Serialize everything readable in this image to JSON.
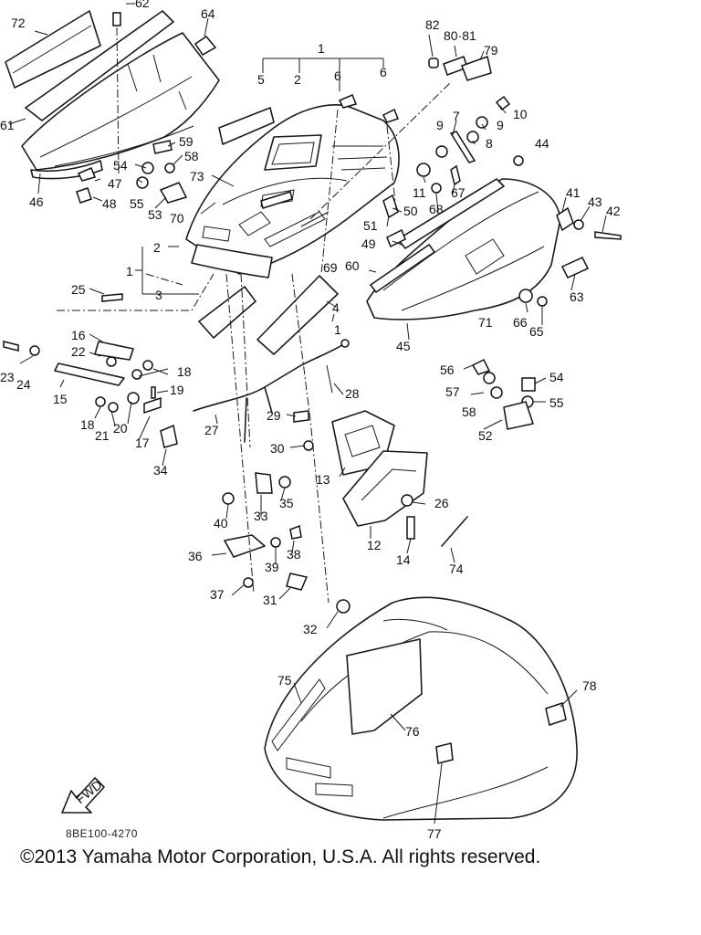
{
  "diagram": {
    "callouts": [
      {
        "id": "c72",
        "text": "72"
      },
      {
        "id": "c62",
        "text": "62"
      },
      {
        "id": "c64",
        "text": "64"
      },
      {
        "id": "c61",
        "text": "61"
      },
      {
        "id": "c46",
        "text": "46"
      },
      {
        "id": "c47",
        "text": "47"
      },
      {
        "id": "c48",
        "text": "48"
      },
      {
        "id": "c54a",
        "text": "54"
      },
      {
        "id": "c55a",
        "text": "55"
      },
      {
        "id": "c53",
        "text": "53"
      },
      {
        "id": "c59",
        "text": "59"
      },
      {
        "id": "c58a",
        "text": "58"
      },
      {
        "id": "c73",
        "text": "73"
      },
      {
        "id": "c70",
        "text": "70"
      },
      {
        "id": "c1a",
        "text": "1"
      },
      {
        "id": "c5",
        "text": "5"
      },
      {
        "id": "c2a",
        "text": "2"
      },
      {
        "id": "c6a",
        "text": "6"
      },
      {
        "id": "c6b",
        "text": "6"
      },
      {
        "id": "c82",
        "text": "82"
      },
      {
        "id": "c8081",
        "text": "80·81"
      },
      {
        "id": "c79",
        "text": "79"
      },
      {
        "id": "c10",
        "text": "10"
      },
      {
        "id": "c9a",
        "text": "9"
      },
      {
        "id": "c7",
        "text": "7"
      },
      {
        "id": "c9b",
        "text": "9"
      },
      {
        "id": "c8",
        "text": "8"
      },
      {
        "id": "c44",
        "text": "44"
      },
      {
        "id": "c11",
        "text": "11"
      },
      {
        "id": "c67",
        "text": "67"
      },
      {
        "id": "c68",
        "text": "68"
      },
      {
        "id": "c50",
        "text": "50"
      },
      {
        "id": "c51",
        "text": "51"
      },
      {
        "id": "c49",
        "text": "49"
      },
      {
        "id": "c41",
        "text": "41"
      },
      {
        "id": "c43",
        "text": "43"
      },
      {
        "id": "c42",
        "text": "42"
      },
      {
        "id": "c2b",
        "text": "2"
      },
      {
        "id": "c1b",
        "text": "1"
      },
      {
        "id": "c3",
        "text": "3"
      },
      {
        "id": "c69",
        "text": "69"
      },
      {
        "id": "c60",
        "text": "60"
      },
      {
        "id": "c63",
        "text": "63"
      },
      {
        "id": "c71",
        "text": "71"
      },
      {
        "id": "c66",
        "text": "66"
      },
      {
        "id": "c65",
        "text": "65"
      },
      {
        "id": "c45",
        "text": "45"
      },
      {
        "id": "c25",
        "text": "25"
      },
      {
        "id": "c4",
        "text": "4"
      },
      {
        "id": "c1c",
        "text": "1"
      },
      {
        "id": "c16",
        "text": "16"
      },
      {
        "id": "c22",
        "text": "22"
      },
      {
        "id": "c18a",
        "text": "18"
      },
      {
        "id": "c23",
        "text": "23"
      },
      {
        "id": "c24",
        "text": "24"
      },
      {
        "id": "c15",
        "text": "15"
      },
      {
        "id": "c19",
        "text": "19"
      },
      {
        "id": "c18b",
        "text": "18"
      },
      {
        "id": "c21",
        "text": "21"
      },
      {
        "id": "c20",
        "text": "20"
      },
      {
        "id": "c17",
        "text": "17"
      },
      {
        "id": "c34",
        "text": "34"
      },
      {
        "id": "c28",
        "text": "28"
      },
      {
        "id": "c27",
        "text": "27"
      },
      {
        "id": "c29",
        "text": "29"
      },
      {
        "id": "c30",
        "text": "30"
      },
      {
        "id": "c56",
        "text": "56"
      },
      {
        "id": "c54b",
        "text": "54"
      },
      {
        "id": "c57",
        "text": "57"
      },
      {
        "id": "c55b",
        "text": "55"
      },
      {
        "id": "c58b",
        "text": "58"
      },
      {
        "id": "c52",
        "text": "52"
      },
      {
        "id": "c13",
        "text": "13"
      },
      {
        "id": "c26",
        "text": "26"
      },
      {
        "id": "c12",
        "text": "12"
      },
      {
        "id": "c14",
        "text": "14"
      },
      {
        "id": "c74",
        "text": "74"
      },
      {
        "id": "c35",
        "text": "35"
      },
      {
        "id": "c33",
        "text": "33"
      },
      {
        "id": "c40",
        "text": "40"
      },
      {
        "id": "c36",
        "text": "36"
      },
      {
        "id": "c39",
        "text": "39"
      },
      {
        "id": "c38",
        "text": "38"
      },
      {
        "id": "c37",
        "text": "37"
      },
      {
        "id": "c31",
        "text": "31"
      },
      {
        "id": "c32",
        "text": "32"
      },
      {
        "id": "c75",
        "text": "75"
      },
      {
        "id": "c76",
        "text": "76"
      },
      {
        "id": "c78",
        "text": "78"
      },
      {
        "id": "c77",
        "text": "77"
      }
    ],
    "fwd_label": "FWD",
    "drawing_code": "8BE100-4270",
    "copyright": "©2013 Yamaha Motor Corporation, U.S.A. All rights reserved."
  }
}
